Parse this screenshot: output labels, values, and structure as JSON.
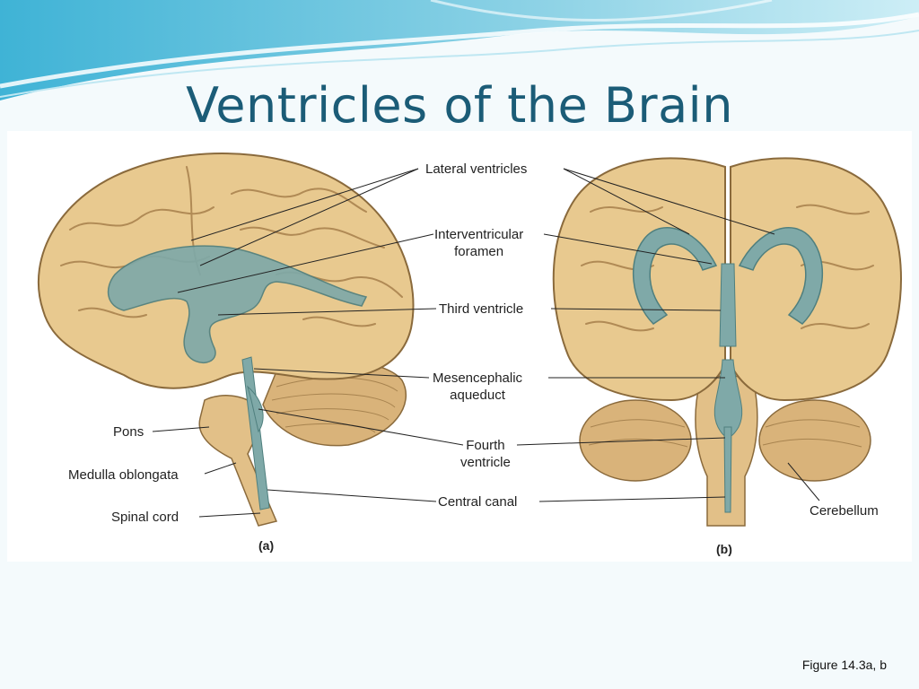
{
  "slide": {
    "title": "Ventricles of the Brain",
    "caption": "Figure 14.3a, b"
  },
  "labels": {
    "lateral_ventricles": "Lateral ventricles",
    "interventricular_foramen": "Interventricular\nforamen",
    "third_ventricle": "Third ventricle",
    "mesencephalic_aqueduct": "Mesencephalic\naqueduct",
    "fourth_ventricle": "Fourth\nventricle",
    "central_canal": "Central canal",
    "pons": "Pons",
    "medulla_oblongata": "Medulla oblongata",
    "spinal_cord": "Spinal cord",
    "cerebellum": "Cerebellum"
  },
  "panels": {
    "a": "(a)",
    "b": "(b)"
  },
  "colors": {
    "title": "#1b5c77",
    "brain_fill": "#e8c98f",
    "brain_stroke": "#8a6a3c",
    "ventricle": "#7fa9a8",
    "wave": "#5bbcd9"
  }
}
